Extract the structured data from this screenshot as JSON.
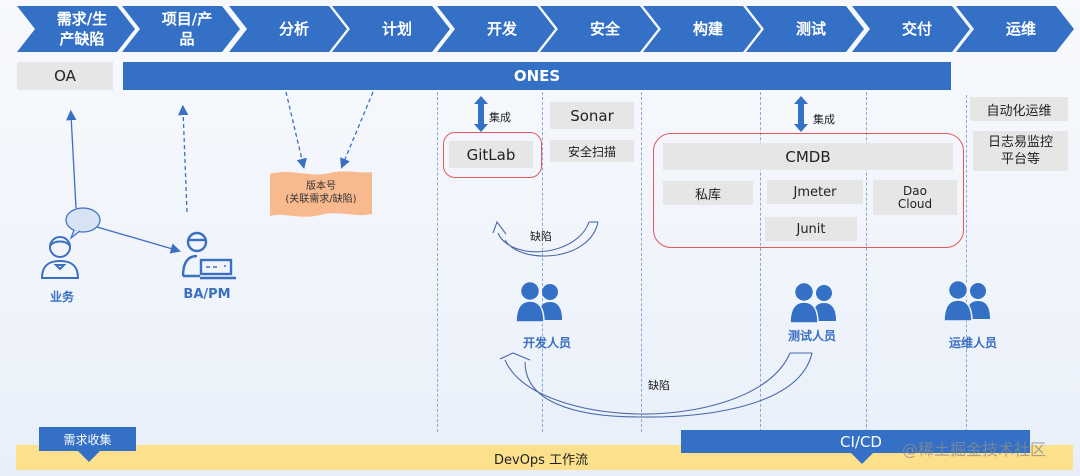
{
  "stages": [
    "需求/生\n产缺陷",
    "项目/产\n品",
    "分析",
    "计划",
    "开发",
    "安全",
    "构建",
    "测试",
    "交付",
    "运维"
  ],
  "top_bar": {
    "oa": "OA",
    "ones": "ONES"
  },
  "roles": {
    "business": "业务",
    "ba_pm": "BA/PM",
    "developers": "开发人员",
    "testers": "测试人员",
    "ops": "运维人员"
  },
  "version_note": {
    "line1": "版本号",
    "line2": "(关联需求/缺陷)"
  },
  "integration_label": "集成",
  "tools": {
    "gitlab": "GitLab",
    "sonar": "Sonar",
    "security_scan": "安全扫描",
    "cmdb": "CMDB",
    "private_repo": "私库",
    "jmeter": "Jmeter",
    "junit": "Junit",
    "daocloud_1": "Dao",
    "daocloud_2": "Cloud",
    "auto_ops": "自动化运维",
    "log_monitor_1": "日志易监控",
    "log_monitor_2": "平台等"
  },
  "defect_label": "缺陷",
  "bottom": {
    "requirement_collection": "需求收集",
    "cicd": "CI/CD",
    "devops_workflow": "DevOps 工作流",
    "watermark": "@稀土掘金技术社区"
  },
  "colors": {
    "primary_blue": "#3370c6",
    "workflow_yellow": "#fde08c",
    "note_orange": "#f9b98e",
    "highlight_red": "#e05a5e",
    "box_gray": "#e6e6e6"
  }
}
